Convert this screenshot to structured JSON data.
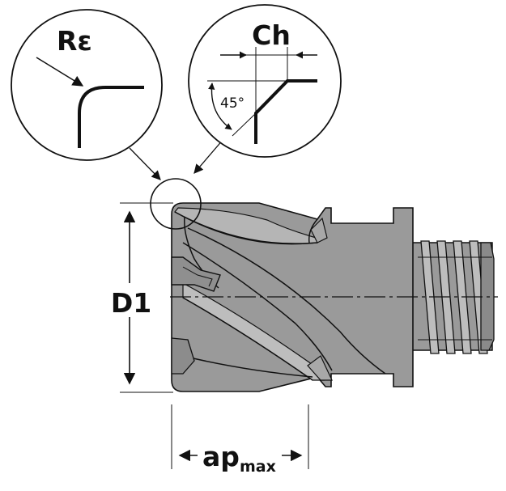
{
  "labels": {
    "radius": "Rε",
    "chamfer": "Ch",
    "angle": "45°",
    "diameter": "D1",
    "depth_main": "ap",
    "depth_sub": "max"
  },
  "colors": {
    "body": "#9a9a9a",
    "body_dark": "#6f6f6f",
    "body_light": "#c4c4c4",
    "line": "#111111"
  }
}
